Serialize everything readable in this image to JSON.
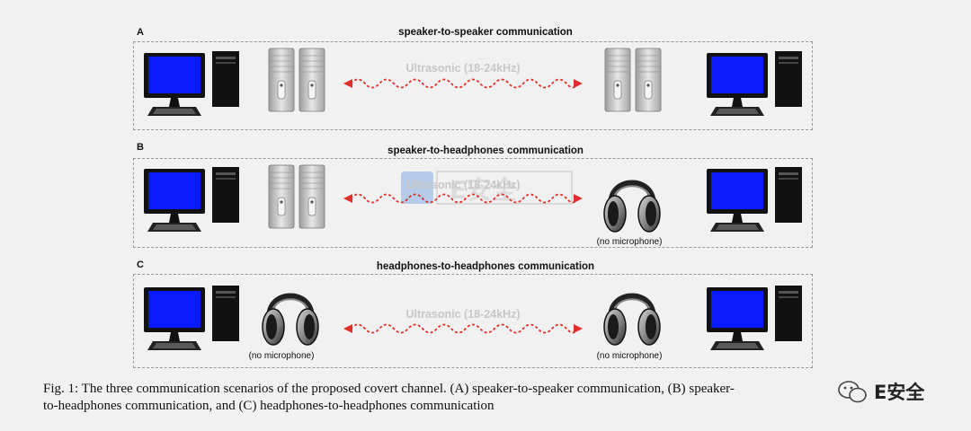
{
  "panels": [
    {
      "letter": "A",
      "title": "speaker-to-speaker communication",
      "signal_label": "Ultrasonic (18-24kHz)",
      "left_device": "speakers",
      "right_device": "speakers",
      "left_note": "",
      "right_note": ""
    },
    {
      "letter": "B",
      "title": "speaker-to-headphones communication",
      "signal_label": "Ultrasonic (18-24kHz)",
      "left_device": "speakers",
      "right_device": "headphones",
      "left_note": "",
      "right_note": "(no microphone)"
    },
    {
      "letter": "C",
      "title": "headphones-to-headphones communication",
      "signal_label": "Ultrasonic (18-24kHz)",
      "left_device": "headphones",
      "right_device": "headphones",
      "left_note": "(no microphone)",
      "right_note": "(no microphone)"
    }
  ],
  "caption": {
    "line1": "Fig. 1: The three communication scenarios of the proposed covert channel. (A) speaker-to-speaker communication, (B) speaker-",
    "line2": "to-headphones communication, and (C) headphones-to-headphones communication"
  },
  "watermark": {
    "center_text": "E安全",
    "corner_text": "E安全"
  },
  "colors": {
    "screen": "#0a1aff",
    "wave": "#e0302a",
    "dashed_border": "#9a9a9a",
    "signal_label": "#c8c8c8"
  },
  "icons": [
    "computer-icon",
    "speakers-icon",
    "headphones-icon",
    "wave-icon",
    "wechat-logo-icon"
  ]
}
